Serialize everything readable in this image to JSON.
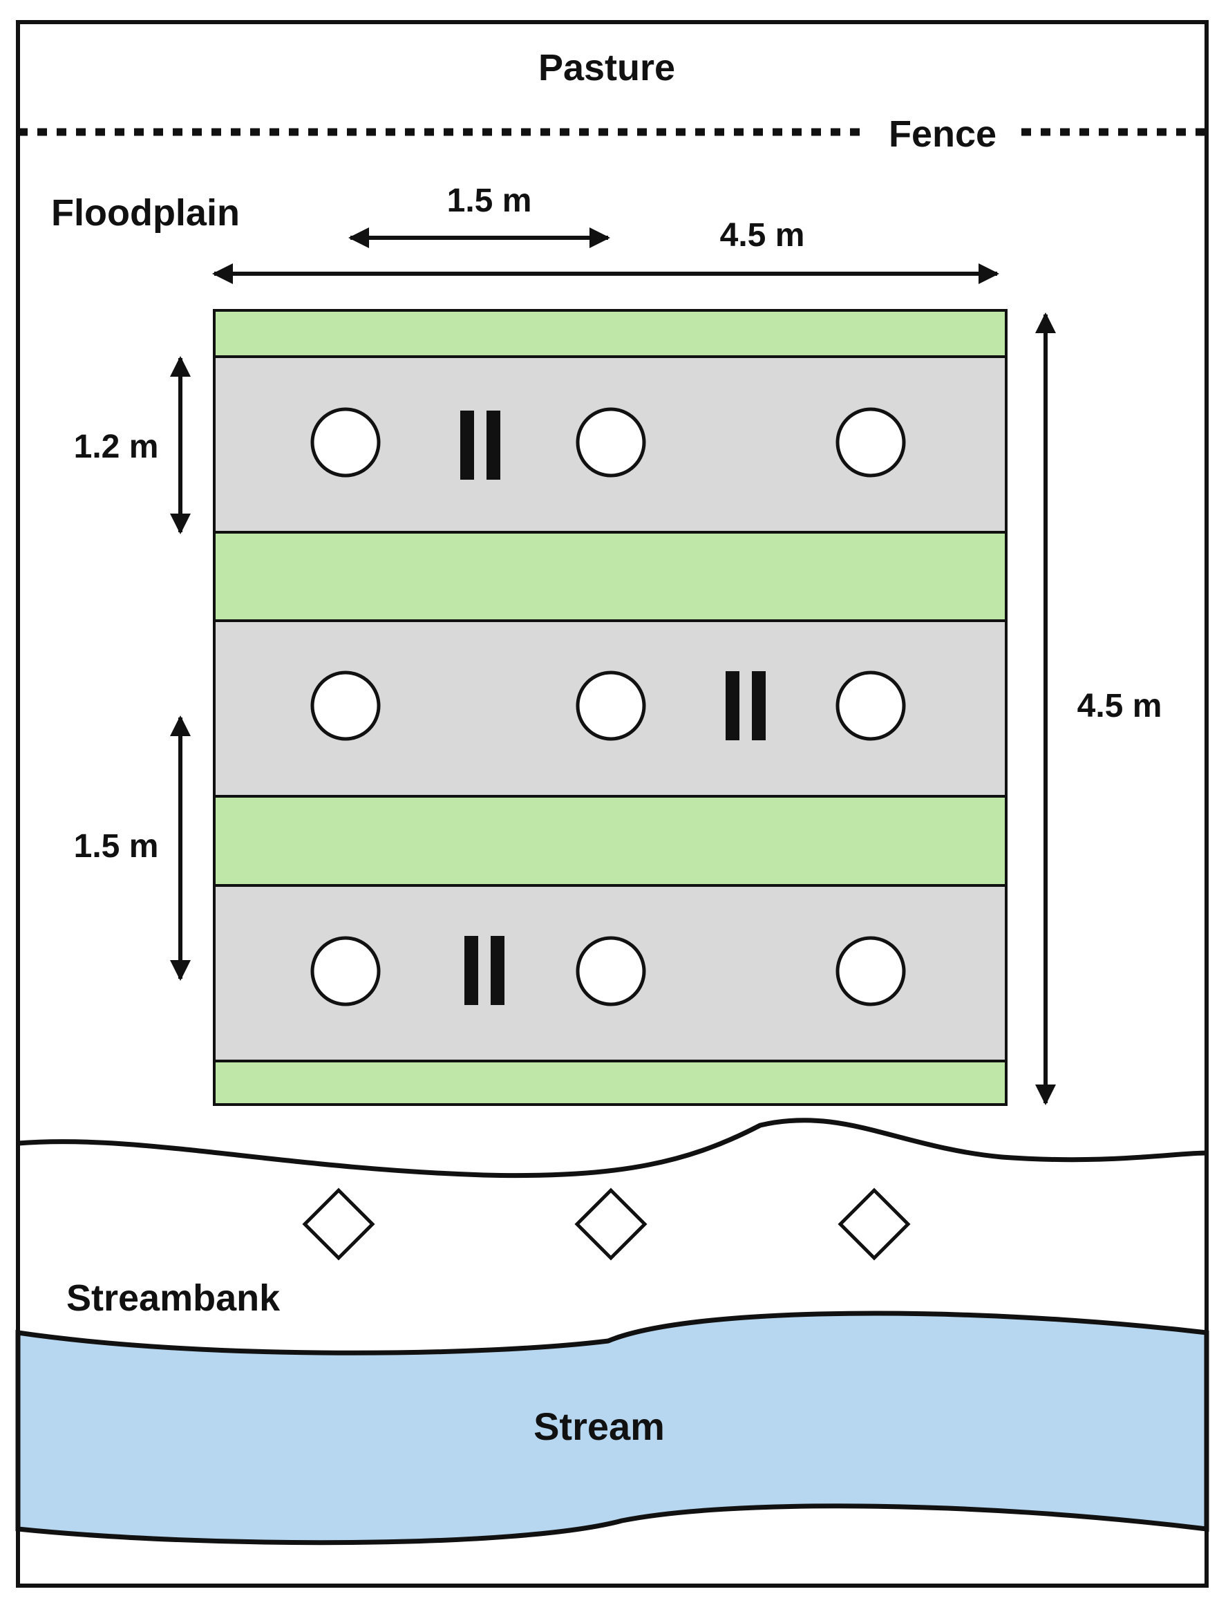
{
  "labels": {
    "pasture": "Pasture",
    "fence": "Fence",
    "floodplain": "Floodplain",
    "streambank": "Streambank",
    "stream": "Stream"
  },
  "dimensions": {
    "plot_width": "4.5 m",
    "plant_spacing": "1.5 m",
    "plot_height": "4.5 m",
    "bed_width": "1.2 m",
    "bed_spacing": "1.5 m"
  },
  "colors": {
    "grass_strip": "#bfe8a8",
    "planting_bed": "#d9d9d9",
    "stream": "#b7d7f0",
    "outline": "#111111"
  },
  "legend_symbols": {
    "circle": "circle-marker",
    "double_bar": "double-bar-marker",
    "diamond": "diamond-marker"
  }
}
